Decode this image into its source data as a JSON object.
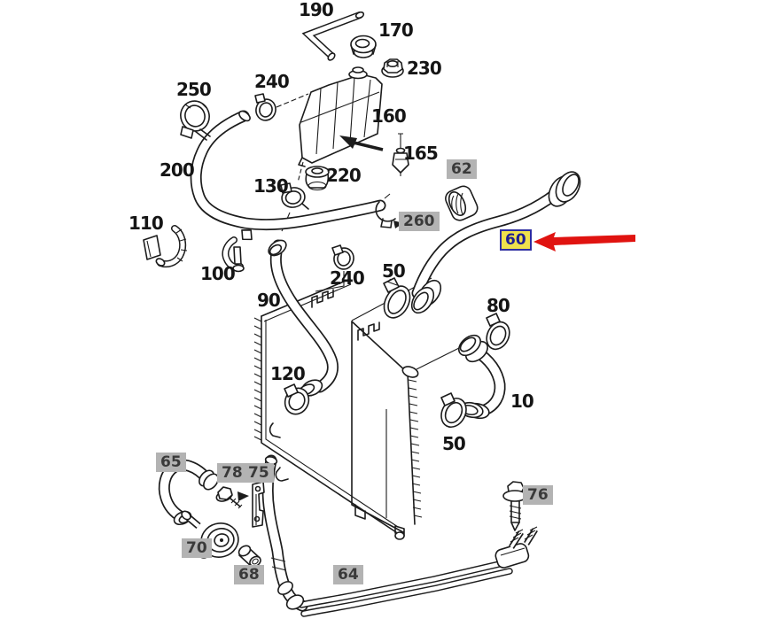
{
  "diagram": {
    "kind": "exploded parts diagram - engine cooling system hoses and radiator",
    "colors": {
      "background": "#ffffff",
      "line_art": "#1c1c1c",
      "label_box_gray": "#b3b3b3",
      "highlight_box_fill": "#efe14c",
      "highlight_box_border": "#2d2da0",
      "pointer_arrow_red": "#e01310"
    },
    "highlighted_part": {
      "text": "60"
    },
    "labels": [
      {
        "text": "190",
        "variant": "plain"
      },
      {
        "text": "170",
        "variant": "plain"
      },
      {
        "text": "230",
        "variant": "plain"
      },
      {
        "text": "250",
        "variant": "plain"
      },
      {
        "text": "240",
        "variant": "plain"
      },
      {
        "text": "160",
        "variant": "plain"
      },
      {
        "text": "165",
        "variant": "plain"
      },
      {
        "text": "200",
        "variant": "plain"
      },
      {
        "text": "220",
        "variant": "plain"
      },
      {
        "text": "130",
        "variant": "plain"
      },
      {
        "text": "110",
        "variant": "plain"
      },
      {
        "text": "100",
        "variant": "plain"
      },
      {
        "text": "62",
        "variant": "gray-box"
      },
      {
        "text": "260",
        "variant": "gray-box"
      },
      {
        "text": "60",
        "variant": "yellow-highlight"
      },
      {
        "text": "50",
        "variant": "plain"
      },
      {
        "text": "240",
        "variant": "plain"
      },
      {
        "text": "90",
        "variant": "plain"
      },
      {
        "text": "80",
        "variant": "plain"
      },
      {
        "text": "120",
        "variant": "plain"
      },
      {
        "text": "10",
        "variant": "plain"
      },
      {
        "text": "50",
        "variant": "plain"
      },
      {
        "text": "65",
        "variant": "gray-box"
      },
      {
        "text": "78",
        "variant": "gray-box"
      },
      {
        "text": "75",
        "variant": "gray-box"
      },
      {
        "text": "70",
        "variant": "gray-box"
      },
      {
        "text": "68",
        "variant": "gray-box"
      },
      {
        "text": "64",
        "variant": "gray-box"
      },
      {
        "text": "76",
        "variant": "gray-box"
      }
    ]
  }
}
